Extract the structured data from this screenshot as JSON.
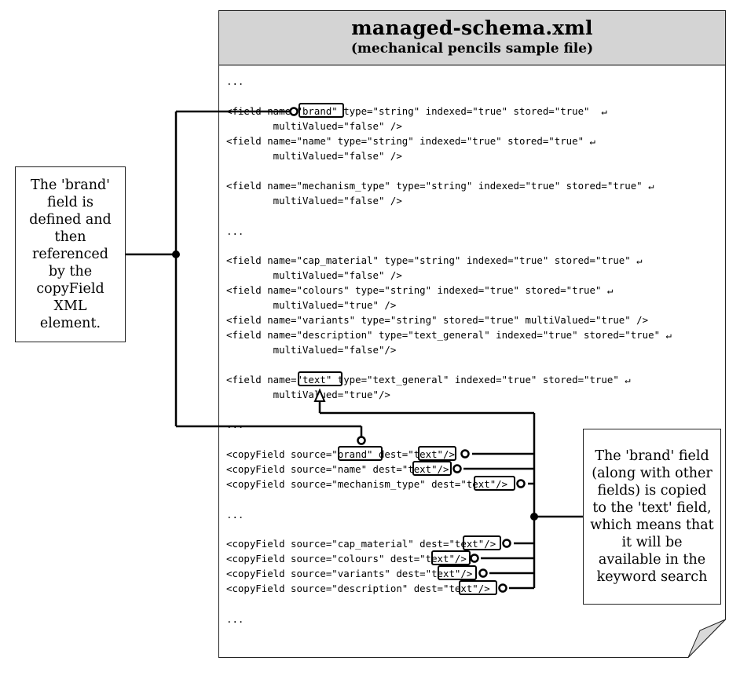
{
  "title": "managed-schema.xml",
  "subtitle": "(mechanical pencils sample file)",
  "code_lines": [
    "...",
    "<field name=\"brand\" type=\"string\" indexed=\"true\" stored=\"true\"  ↵",
    "        multiValued=\"false\" />",
    "<field name=\"name\" type=\"string\" indexed=\"true\" stored=\"true\" ↵",
    "        multiValued=\"false\" />",
    "<field name=\"mechanism_type\" type=\"string\" indexed=\"true\" stored=\"true\" ↵",
    "        multiValued=\"false\" />",
    "...",
    "<field name=\"cap_material\" type=\"string\" indexed=\"true\" stored=\"true\" ↵",
    "        multiValued=\"false\" />",
    "<field name=\"colours\" type=\"string\" indexed=\"true\" stored=\"true\" ↵",
    "        multiValued=\"true\" />",
    "<field name=\"variants\" type=\"string\" stored=\"true\" multiValued=\"true\" />",
    "<field name=\"description\" type=\"text_general\" indexed=\"true\" stored=\"true\" ↵",
    "        multiValued=\"false\"/>",
    "<field name=\"text\" type=\"text_general\" indexed=\"true\" stored=\"true\" ↵",
    "        multiValued=\"true\"/>",
    "...",
    "<copyField source=\"brand\" dest=\"text\"/>",
    "<copyField source=\"name\" dest=\"text\"/>",
    "<copyField source=\"mechanism_type\" dest=\"text\"/>",
    "...",
    "<copyField source=\"cap_material\" dest=\"text\"/>",
    "<copyField source=\"colours\" dest=\"text\"/>",
    "<copyField source=\"variants\" dest=\"text\"/>",
    "<copyField source=\"description\" dest=\"text\"/>",
    "..."
  ],
  "note_left": "The 'brand' field is defined and then referenced by the copyField XML element.",
  "note_right": "The 'brand' field (along with other fields) is copied to the 'text' field, which means that it will be available in the keyword search"
}
